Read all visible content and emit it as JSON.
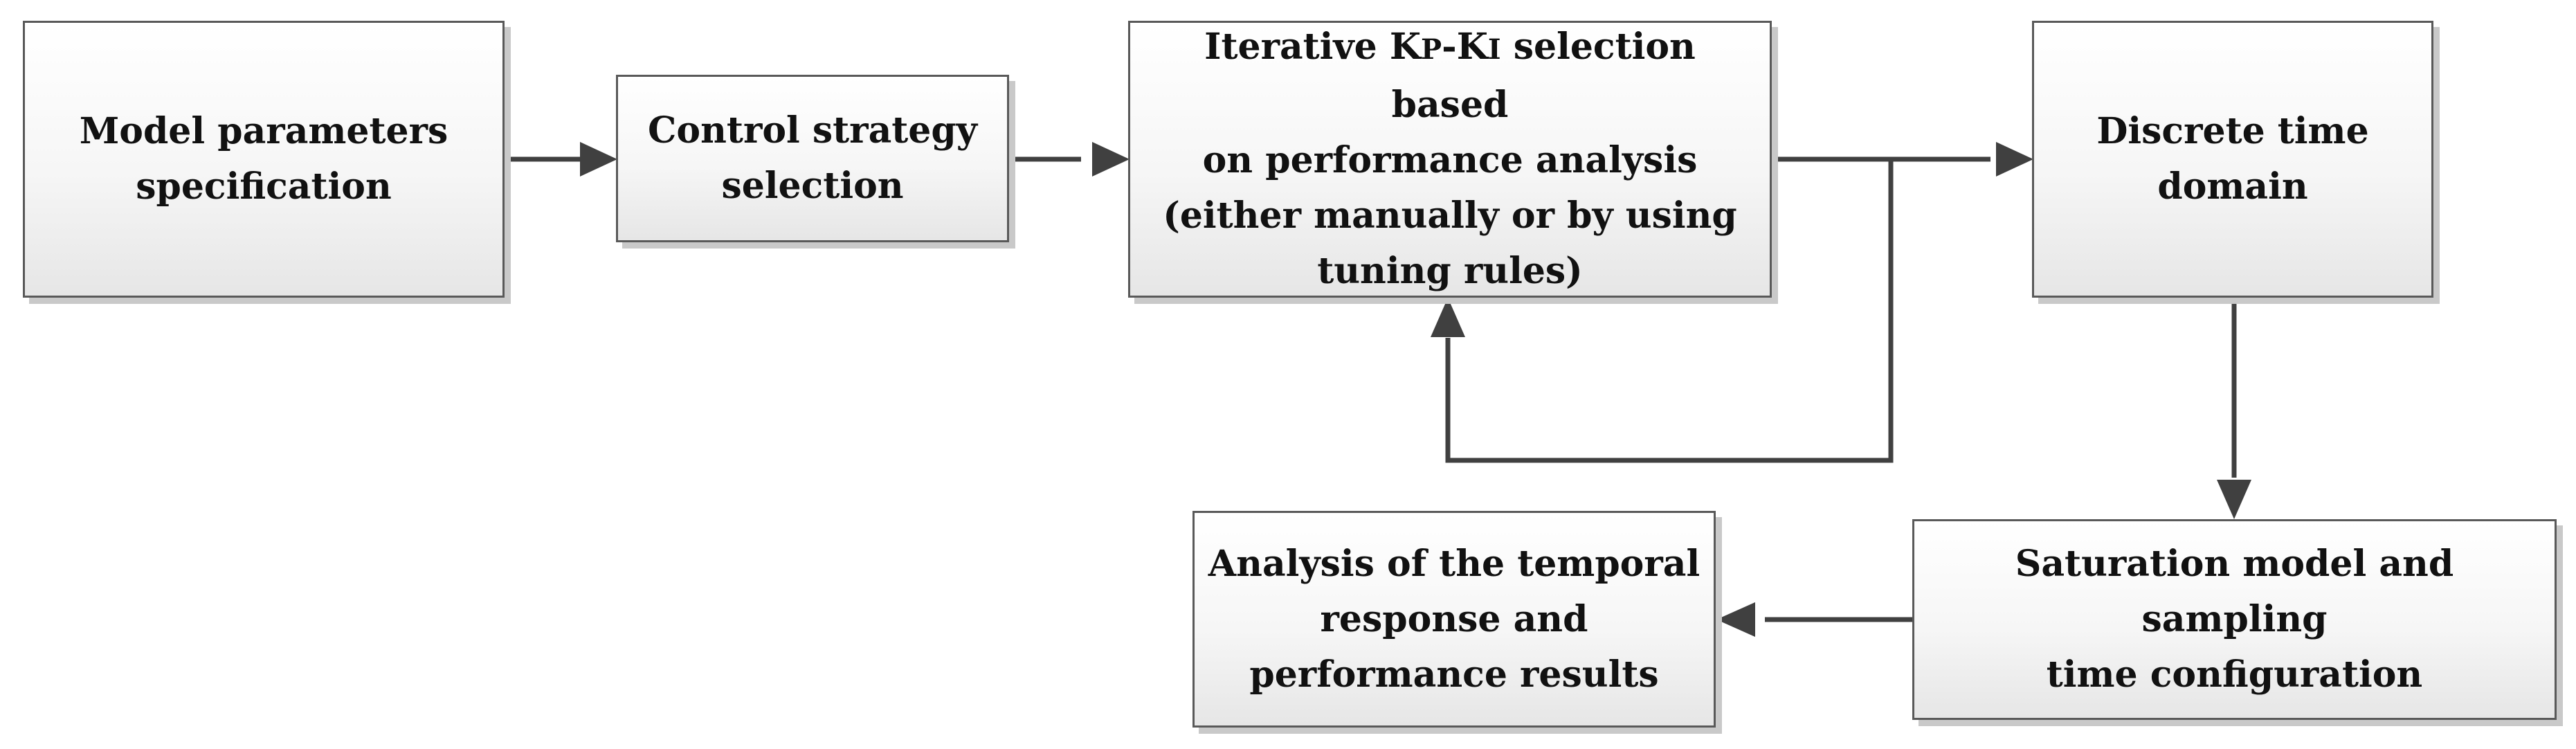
{
  "diagram": {
    "nodes": {
      "model": {
        "label": "Model parameters\nspecification"
      },
      "control": {
        "label": "Control strategy\nselection"
      },
      "iterative": {
        "line1_pre": "Iterative K",
        "sub_p": "P",
        "dash": "-K",
        "sub_i": "I",
        "line1_post": " selection based",
        "rest": "on performance analysis\n(either manually or by using\ntuning rules)"
      },
      "discrete": {
        "label": "Discrete time\ndomain"
      },
      "saturation": {
        "label": "Saturation model and sampling\ntime configuration"
      },
      "analysis": {
        "label": "Analysis of the temporal\nresponse and\nperformance results"
      }
    }
  }
}
